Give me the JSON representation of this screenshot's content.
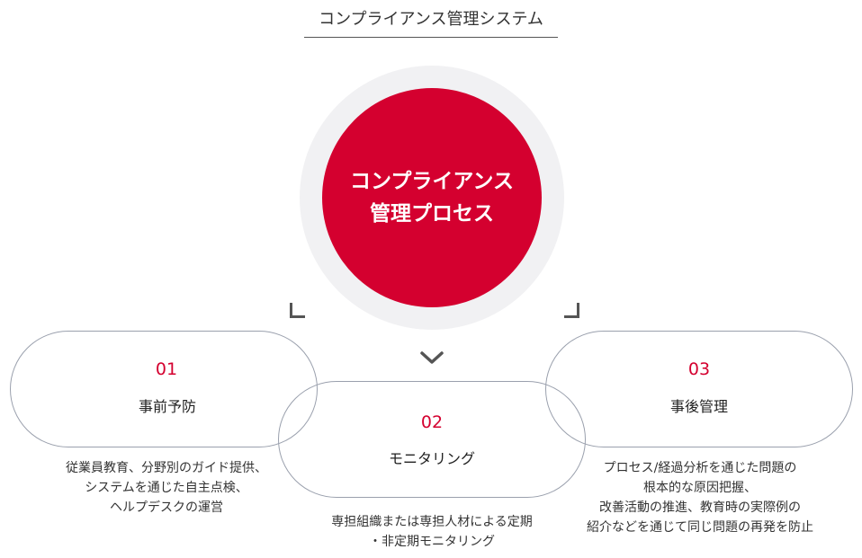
{
  "title": "コンプライアンス管理システム",
  "center": {
    "line1": "コンプライアンス",
    "line2": "管理プロセス"
  },
  "steps": [
    {
      "number": "01",
      "label": "事前予防",
      "description": [
        "従業員教育、分野別のガイド提供、",
        "システムを通じた自主点検、",
        "ヘルプデスクの運営"
      ]
    },
    {
      "number": "02",
      "label": "モニタリング",
      "description": [
        "専担組織または専担人材による定期",
        "・非定期モニタリング"
      ]
    },
    {
      "number": "03",
      "label": "事後管理",
      "description": [
        "プロセス/経過分析を通じた問題の",
        "根本的な原因把握、",
        "改善活動の推進、教育時の実際例の",
        "紹介などを通じて同じ問題の再発を防止"
      ]
    }
  ],
  "colors": {
    "accent": "#d4002f",
    "halo": "#f1f1f3",
    "pill_border": "#9aa0ad"
  },
  "icons": {
    "chevron": "chevron-down-icon",
    "corners": "corner-bracket-icon"
  }
}
